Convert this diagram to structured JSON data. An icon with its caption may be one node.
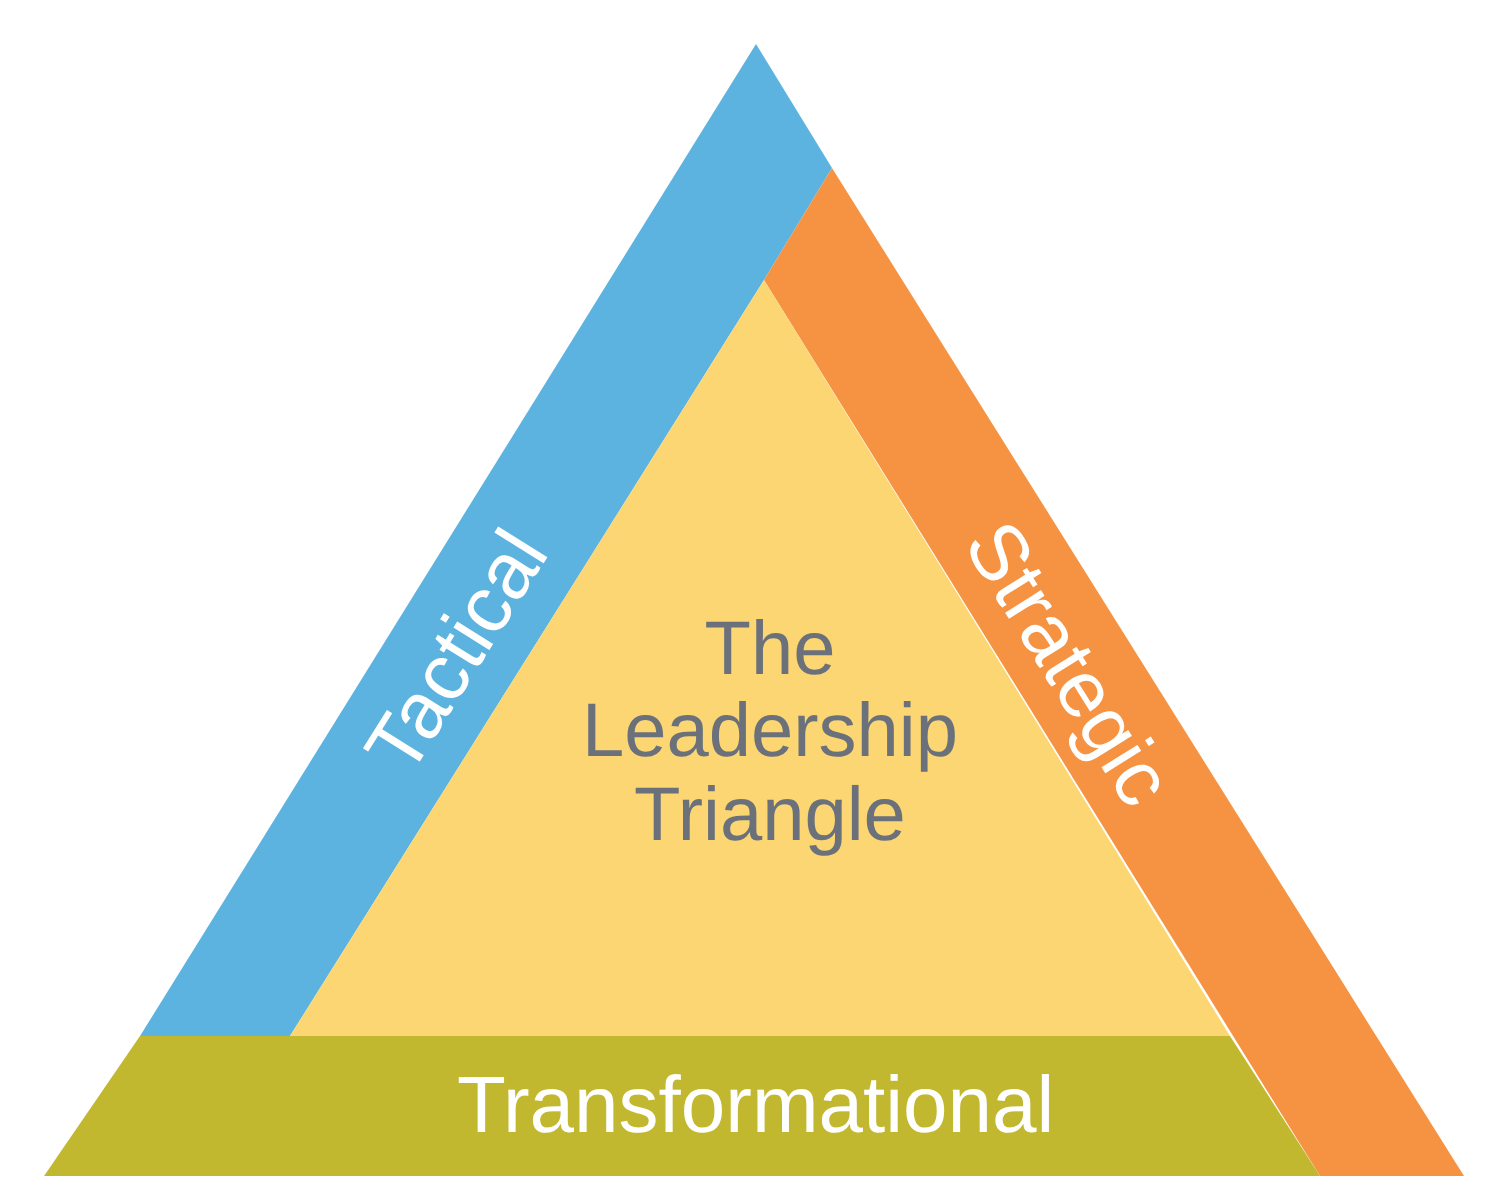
{
  "diagram": {
    "nodes": [
      {
        "text": [
          "Tactical"
        ]
      },
      {
        "text": [
          "Strategic"
        ]
      },
      {
        "text": [
          "Transformational"
        ]
      },
      {
        "text": [
          "The Leadership Triangle"
        ]
      }
    ]
  }
}
